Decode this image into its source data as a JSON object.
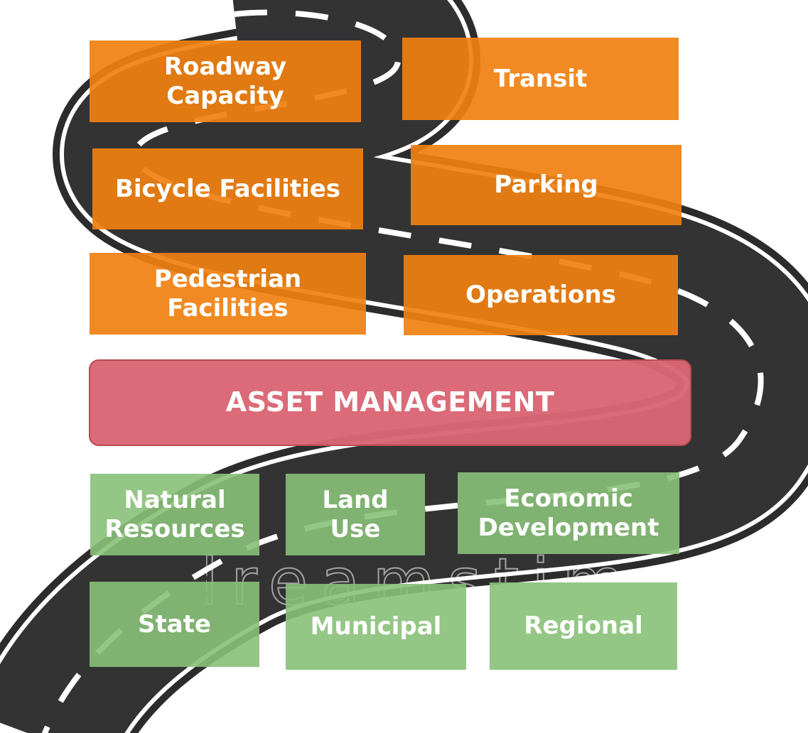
{
  "colors": {
    "orange": "#f08010",
    "green": "#88c078",
    "asset": "#da6674",
    "road": "#2c2c2c",
    "road_edge": "#ffffff"
  },
  "orange_boxes": {
    "roadway_capacity": "Roadway\nCapacity",
    "transit": "Transit",
    "bicycle_facilities": "Bicycle Facilities",
    "parking": "Parking",
    "pedestrian_facilities": "Pedestrian\nFacilities",
    "operations": "Operations"
  },
  "center_box": {
    "asset_management": "ASSET MANAGEMENT"
  },
  "green_boxes": {
    "natural_resources": "Natural\nResources",
    "land_use": "Land\nUse",
    "economic_development": "Economic\nDevelopment",
    "state": "State",
    "municipal": "Municipal",
    "regional": "Regional"
  },
  "background": {
    "image": "winding-road-icon",
    "watermark": "dreamstime"
  }
}
